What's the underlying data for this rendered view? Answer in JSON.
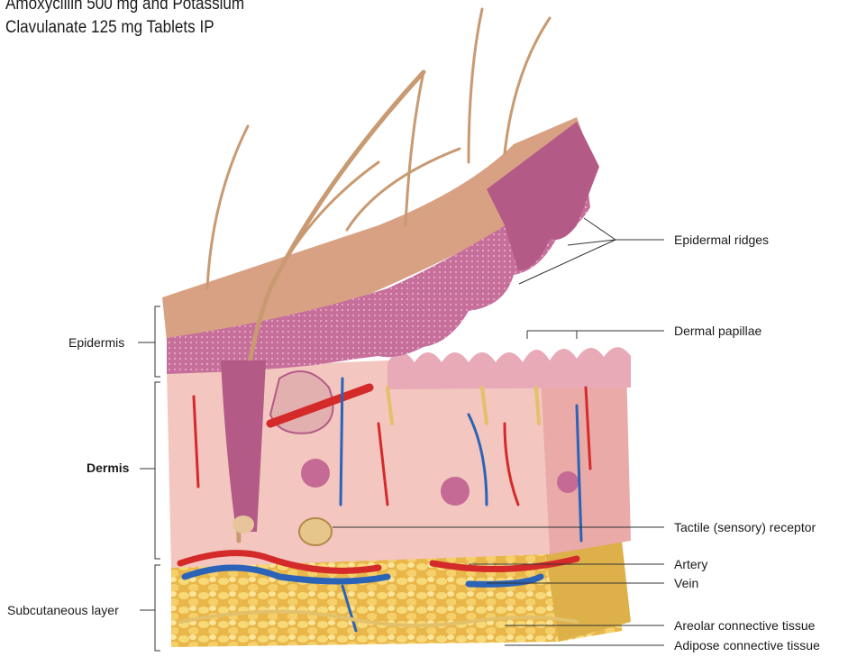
{
  "title": {
    "line1": "Amoxycillin 500 mg and Potassium",
    "line2": "Clavulanate 125 mg Tablets IP"
  },
  "labels": {
    "epidermal_ridges": "Epidermal ridges",
    "dermal_papillae": "Dermal papillae",
    "epidermis": "Epidermis",
    "dermis": "Dermis",
    "tactile_receptor": "Tactile (sensory) receptor",
    "artery": "Artery",
    "vein": "Vein",
    "subcutaneous_layer": "Subcutaneous layer",
    "areolar_tissue": "Areolar connective tissue",
    "adipose_tissue": "Adipose connective tissue"
  },
  "colors": {
    "epidermis_surface": "#d9a184",
    "epidermis_deep": "#b8628a",
    "dermis": "#f4c9c4",
    "subcutaneous_fat": "#f2c45a",
    "artery": "#d42a2a",
    "vein": "#2a63b8",
    "nerve": "#e3c06a",
    "hair": "#c99a72"
  }
}
